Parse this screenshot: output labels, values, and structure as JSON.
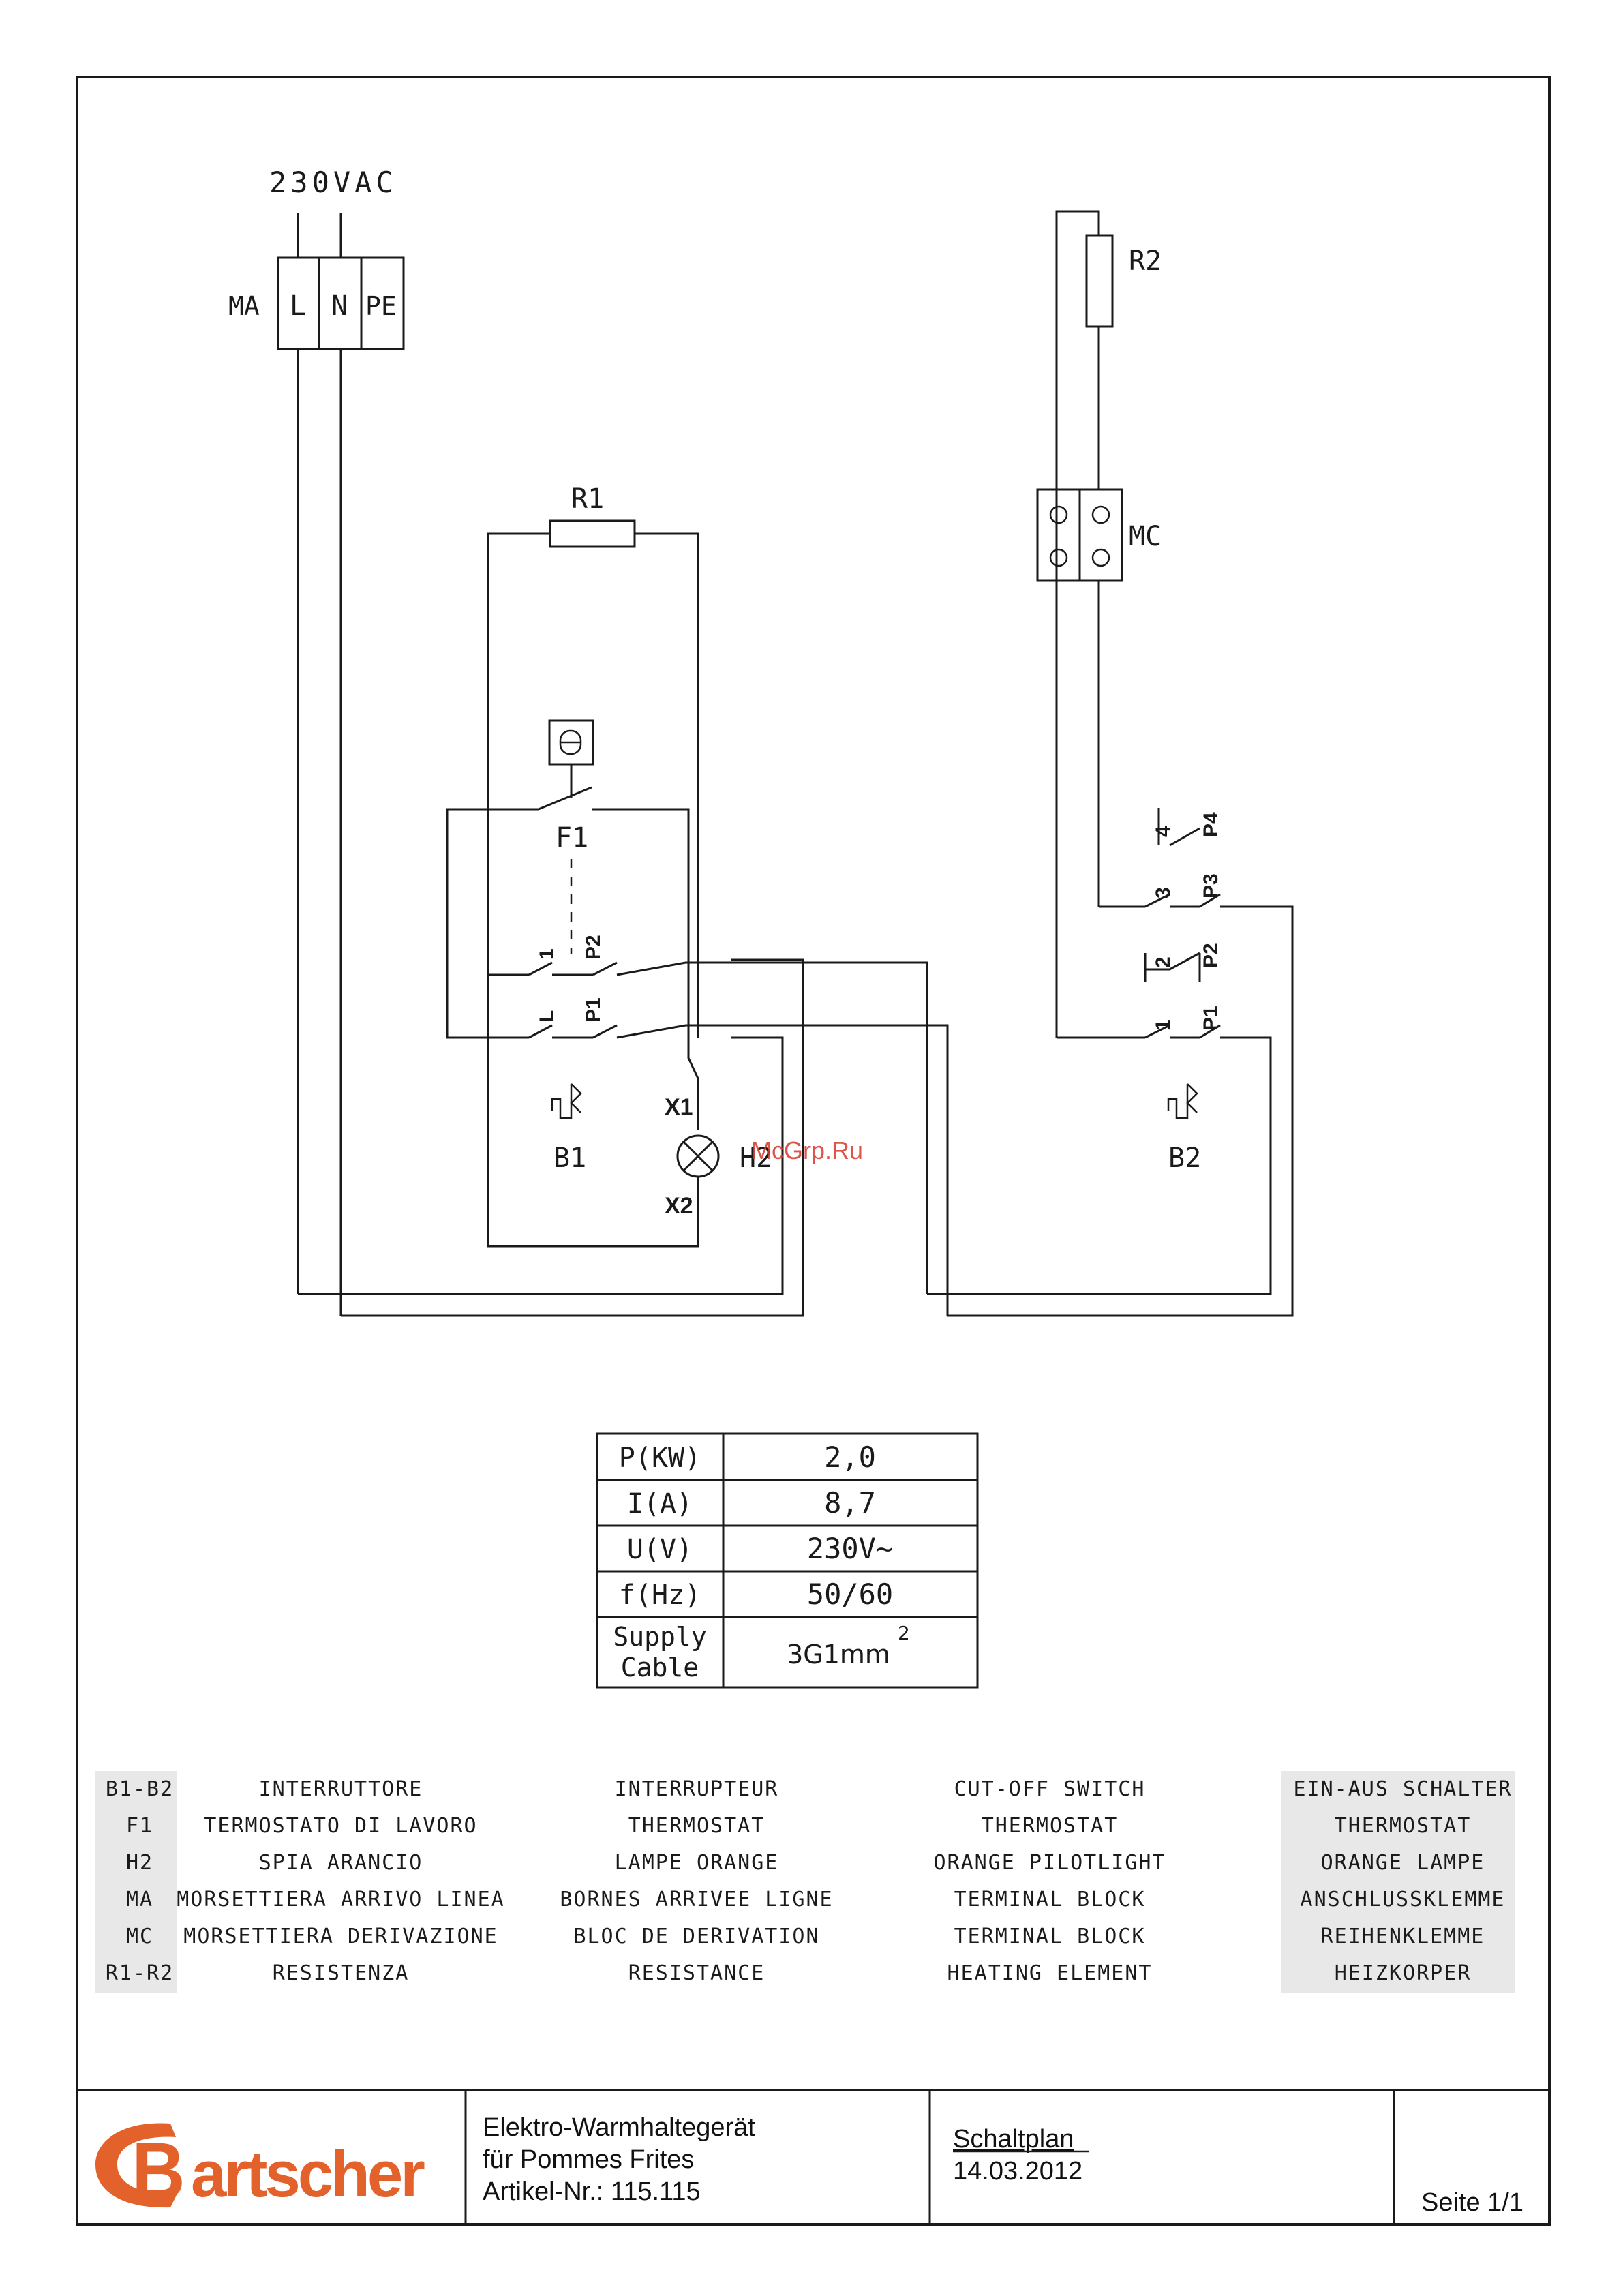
{
  "supply": {
    "voltage": "230VAC"
  },
  "terminals": {
    "ma": {
      "label": "MA",
      "pins": [
        "L",
        "N",
        "PE"
      ]
    },
    "mc": {
      "label": "MC"
    }
  },
  "components": {
    "r1": "R1",
    "r2": "R2",
    "f1": "F1",
    "b1": "B1",
    "b2": "B2",
    "h2": "H2",
    "x1": "X1",
    "x2": "X2"
  },
  "switch_b1_labels": {
    "c1": "1",
    "cL": "L",
    "p2": "P2",
    "p1": "P1"
  },
  "switch_b2_labels": {
    "c4": "4",
    "c3": "3",
    "c2": "2",
    "c1": "1",
    "p4": "P4",
    "p3": "P3",
    "p2": "P2",
    "p1": "P1"
  },
  "watermark": "McGrp.Ru",
  "specs": [
    {
      "label": "P(KW)",
      "value": "2,0"
    },
    {
      "label": "I(A)",
      "value": "8,7"
    },
    {
      "label": "U(V)",
      "value": "230V~"
    },
    {
      "label": "f(Hz)",
      "value": "50/60"
    },
    {
      "label_line1": "Supply",
      "label_line2": "Cable",
      "value": "3G1mm",
      "sup": "2"
    }
  ],
  "legend": [
    {
      "code": "B1-B2",
      "it": "INTERRUTTORE",
      "fr": "INTERRUPTEUR",
      "en": "CUT-OFF SWITCH",
      "de": "EIN-AUS SCHALTER"
    },
    {
      "code": "F1",
      "it": "TERMOSTATO DI LAVORO",
      "fr": "THERMOSTAT",
      "en": "THERMOSTAT",
      "de": "THERMOSTAT"
    },
    {
      "code": "H2",
      "it": "SPIA ARANCIO",
      "fr": "LAMPE ORANGE",
      "en": "ORANGE PILOTLIGHT",
      "de": "ORANGE LAMPE"
    },
    {
      "code": "MA",
      "it": "MORSETTIERA ARRIVO LINEA",
      "fr": "BORNES ARRIVEE LIGNE",
      "en": "TERMINAL BLOCK",
      "de": "ANSCHLUSSKLEMME"
    },
    {
      "code": "MC",
      "it": "MORSETTIERA DERIVAZIONE",
      "fr": "BLOC DE DERIVATION",
      "en": "TERMINAL BLOCK",
      "de": "REIHENKLEMME"
    },
    {
      "code": "R1-R2",
      "it": "RESISTENZA",
      "fr": "RESISTANCE",
      "en": "HEATING ELEMENT",
      "de": "HEIZKORPER"
    }
  ],
  "titleblock": {
    "brand": "Bartscher",
    "product_line1": "Elektro-Warmhaltegerät",
    "product_line2": "für Pommes Frites",
    "product_line3": "Artikel-Nr.: 115.115",
    "doc_type": "Schaltplan",
    "date": "14.03.2012",
    "page": "Seite 1/1"
  },
  "colors": {
    "brand": "#e3612b",
    "line": "#1a1a1a",
    "legend_shade": "#e8e8e8"
  }
}
